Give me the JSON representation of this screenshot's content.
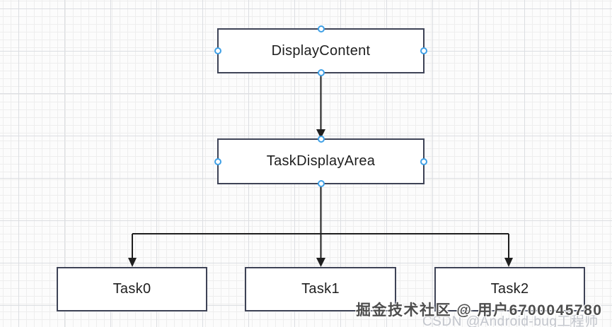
{
  "diagram": {
    "nodes": [
      {
        "id": "DisplayContent",
        "label": "DisplayContent"
      },
      {
        "id": "TaskDisplayArea",
        "label": "TaskDisplayArea"
      },
      {
        "id": "Task0",
        "label": "Task0"
      },
      {
        "id": "Task1",
        "label": "Task1"
      },
      {
        "id": "Task2",
        "label": "Task2"
      }
    ],
    "edges": [
      {
        "from": "DisplayContent",
        "to": "TaskDisplayArea"
      },
      {
        "from": "TaskDisplayArea",
        "to": "Task0"
      },
      {
        "from": "TaskDisplayArea",
        "to": "Task1"
      },
      {
        "from": "TaskDisplayArea",
        "to": "Task2"
      }
    ]
  },
  "watermarks": {
    "primary": "掘金技术社区 @ 用户6700045780",
    "secondary": "CSDN @Android-bug工程师"
  },
  "colors": {
    "node_border": "#3e4356",
    "node_fill": "#ffffff",
    "handle_blue": "#3fa0e6",
    "connector": "#1f1f1f",
    "grid_minor": "#eeeeee",
    "grid_major": "#dcdee2",
    "watermark_dark": "#4d4d4d",
    "watermark_light": "#c2c5cc"
  }
}
